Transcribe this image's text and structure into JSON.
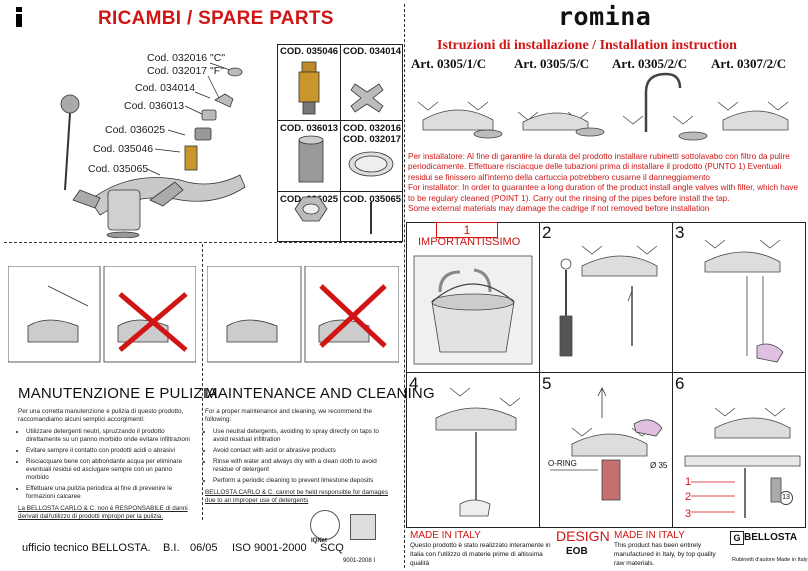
{
  "header": {
    "icon": "info-icon",
    "title": "RICAMBI / SPARE PARTS",
    "brand": "romina",
    "subtitle": "Istruzioni di installazione / Installation instruction"
  },
  "spare_codes": {
    "c1": "Cod. 032016 \"C\"",
    "c2": "Cod. 032017 \"F\"",
    "c3": "Cod. 034014",
    "c4": "Cod. 036013",
    "c5": "Cod. 036025",
    "c6": "Cod. 035046",
    "c7": "Cod. 035065"
  },
  "parts_grid": {
    "p1": "COD. 035046",
    "p2": "COD. 034014",
    "p3": "COD. 036013",
    "p4a": "COD. 032016",
    "p4b": "COD. 032017",
    "p5": "COD. 036025",
    "p6": "COD. 035065"
  },
  "articles": [
    "Art. 0305/1/C",
    "Art. 0305/5/C",
    "Art. 0305/2/C",
    "Art. 0307/2/C"
  ],
  "installer_note": {
    "it": "Per installatore: Al fine di garantire la durata del prodotto installare rubinetti sottolavabo con filtro da pulire periodicamente. Effettuare risciacque delle tubazioni prima di installare il prodotto (PUNTO 1) Eventuali residui se finissero all'interno della cartuccia potrebbero cusarne il danneggiamento",
    "en1": "For installator: In order to guarantee a long duration of the product install angle valves with filter, which have to be regulary cleaned (POINT 1). Carry out the rinsing of the pipes before install the tap.",
    "en2": "Some external materials may damage the cadrige if not removed before installation"
  },
  "steps": {
    "s1": "1",
    "s1_label": "IMPORTANTISSIMO",
    "s2": "2",
    "s3": "3",
    "s4": "4",
    "s5": "5",
    "s5_oring": "O-RING",
    "s5_dia": "Ø 35",
    "s6": "6",
    "s6_n1": "1",
    "s6_n2": "2",
    "s6_n3": "3",
    "s6_n13": "13"
  },
  "maintenance_it": {
    "title": "MANUTENZIONE E PULIZIA",
    "intro": "Per una corretta manutenzione e pulizia di questo prodotto, raccomandiamo alcuni semplici accorgimenti:",
    "items": [
      "Utilizzare detergenti neutri, spruzzando il prodotto direttamente su un panno morbido onde evitare infiltrazioni",
      "Evitare sempre il contatto con prodotti acidi o abrasivi",
      "Risciacquare bene con abbondante acqua per eliminare eventuali residui ed asciugare sempre con un panno morbido",
      "Effettuare una pulizia periodica al fine di prevenire le formazioni calcaree"
    ],
    "disclaimer": "La BELLOSTA CARLO & C. non è RESPONSABILE di danni derivati dall'utilizzo di prodotti impropri per la pulizia."
  },
  "maintenance_en": {
    "title": "MAINTENANCE AND CLEANING",
    "intro": "For a proper maintenance and cleaning, we recommend the following:",
    "items": [
      "Use neutral detergents, avoiding to spray directly on taps to avoid residual infiltration",
      "Avoid contact with acid or abrasive products",
      "Rinse with water and always dry with a clean cloth to avoid residue of detergent",
      "Perform a periodic cleaning to prevent limestone deposits"
    ],
    "disclaimer": "BELLOSTA CARLO & C. cannot be held responsible for damages due to an improper use of detergents"
  },
  "footer_left": {
    "office": "ufficio tecnico BELLOSTA.",
    "bi": "B.I.",
    "date": "06/05",
    "iso": "ISO 9001-2000",
    "scq": "SCQ",
    "iqnet": "IQNet",
    "cert": "9001-2008 I"
  },
  "footer_right": {
    "made_it": "MADE IN ITALY",
    "made_it_text": "Questo prodotto è stato realizzato interamente in Italia con l'utilizzo di materie prime di altissima qualità",
    "design": "DESIGN",
    "design_sub": "EOB",
    "made_en": "MADE IN ITALY",
    "made_en_text": "This product has been entirely manufactured in Italy, by top quality raw materials.",
    "bellosta": "BELLOSTA",
    "bellosta_sub": "Rubinetti d'autore Made in Italy"
  },
  "colors": {
    "accent": "#d01515",
    "text": "#111111"
  }
}
